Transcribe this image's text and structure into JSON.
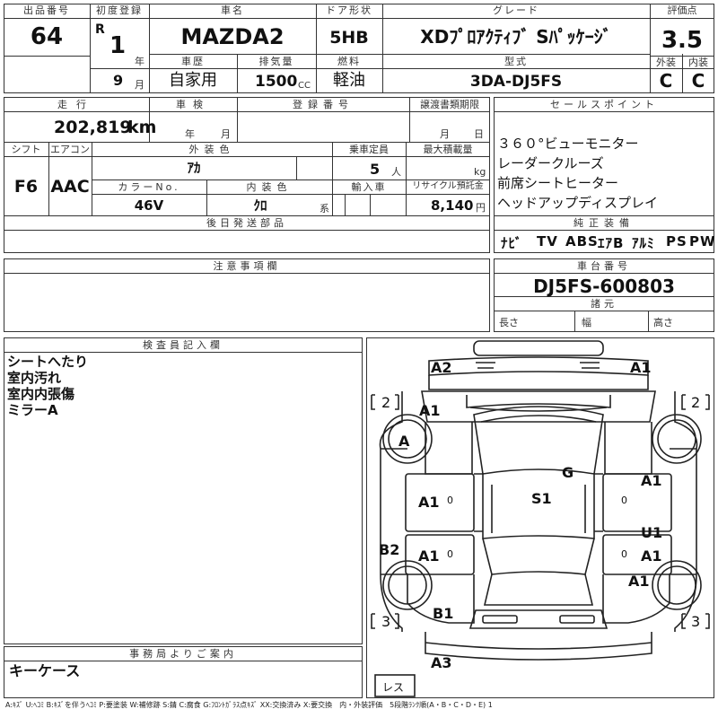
{
  "header": {
    "lot_label": "出品番号",
    "lot_no": "64",
    "first_reg_label": "初度登録",
    "era": "R",
    "reg_year": "1",
    "year_unit": "年",
    "reg_month": "9",
    "month_unit": "月",
    "car_name_label": "車名",
    "car_name": "MAZDA2",
    "history_label": "車歴",
    "history": "自家用",
    "displacement_label": "排気量",
    "displacement": "1500",
    "cc_unit": "CC",
    "door_label": "ドア形状",
    "door": "5HB",
    "fuel_label": "燃料",
    "fuel": "軽油",
    "grade_label": "グレード",
    "grade": "XDﾌﾟﾛｱｸﾃｨﾌﾞ Sﾊﾟｯｹｰｼﾞ",
    "model_label": "型式",
    "model": "3DA-DJ5FS",
    "score_label": "評価点",
    "score": "3.5",
    "ext_label": "外装",
    "ext": "C",
    "int_label": "内装",
    "int": "C"
  },
  "row2": {
    "mileage_label": "走行",
    "mileage": "202,819",
    "km_unit": "km",
    "inspection_label": "車検",
    "insp_year_unit": "年",
    "insp_month_unit": "月",
    "reg_no_label": "登録番号",
    "deadline_label": "譲渡書類期限",
    "deadline_month_unit": "月",
    "deadline_day_unit": "日",
    "shift_label": "シフト",
    "shift": "F6",
    "ac_label": "エアコン",
    "ac": "AAC",
    "ext_color_label": "外装色",
    "ext_color": "ｱｶ",
    "capacity_label": "乗車定員",
    "capacity": "5",
    "person_unit": "人",
    "max_load_label": "最大積載量",
    "kg_unit": "kg",
    "color_no_label": "カラーNo.",
    "color_no": "46V",
    "int_color_label": "内装色",
    "int_color": "ｸﾛ",
    "int_color_suffix": "系",
    "import_label": "輸入車",
    "recycle_label": "リサイクル預託金",
    "recycle": "8,140",
    "yen_unit": "円",
    "later_parts_label": "後日発送部品"
  },
  "sales": {
    "label": "セールスポイント",
    "points": [
      "３６０°ビューモニター",
      "レーダークルーズ",
      "前席シートヒーター",
      "ヘッドアップディスプレイ"
    ],
    "equip_label": "純正装備",
    "equipment": [
      "ﾅﾋﾞ",
      "TV",
      "ABS",
      "ｴｱB",
      "ｱﾙﾐ",
      "PS",
      "PW"
    ]
  },
  "notes": {
    "label": "注意事項欄"
  },
  "chassis": {
    "label": "車台番号",
    "number": "DJ5FS-600803",
    "specs_label": "諸元",
    "length_label": "長さ",
    "width_label": "幅",
    "height_label": "高さ"
  },
  "inspector": {
    "label": "検査員記入欄",
    "lines": [
      "シートへたり",
      "室内汚れ",
      "室内内張傷",
      "ミラーA"
    ]
  },
  "office": {
    "label": "事務局よりご案内",
    "text": "キーケース"
  },
  "diagram": {
    "marks": {
      "a2": "A2",
      "a1_front_right": "A1",
      "tire_fl": "2",
      "tire_fr": "2",
      "tire_rl": "3",
      "tire_rr": "3",
      "a1_fender_left": "A1",
      "a_wheel_left": "A",
      "g_windshield": "G",
      "s1_seat": "S1",
      "a1_front_door_left": "A1",
      "a1_rear_door_left": "A1",
      "a1_front_door_right": "A1",
      "u1_rear_door_right": "U1",
      "a1_rear_door_right": "A1",
      "a1_quarter_right": "A1",
      "b2_rocker_left": "B2",
      "b1_quarter_left": "B1",
      "a3_rear_bumper": "A3",
      "zero_1": "0",
      "zero_2": "0",
      "zero_3": "0",
      "zero_4": "0"
    },
    "spare_label": "レス"
  },
  "legend": "A:ｷｽﾞ U:ﾍｺﾐ B:ｷｽﾞを伴うﾍｺﾐ P:要塗装 W:補修跡 S:錆 C:腐食 G:ﾌﾛﾝﾄｶﾞﾗｽ点ｷｽﾞ XX:交換済み X:要交換　内・外装評価　5段階ﾗﾝｸ順(A・B・C・D・E) 1"
}
